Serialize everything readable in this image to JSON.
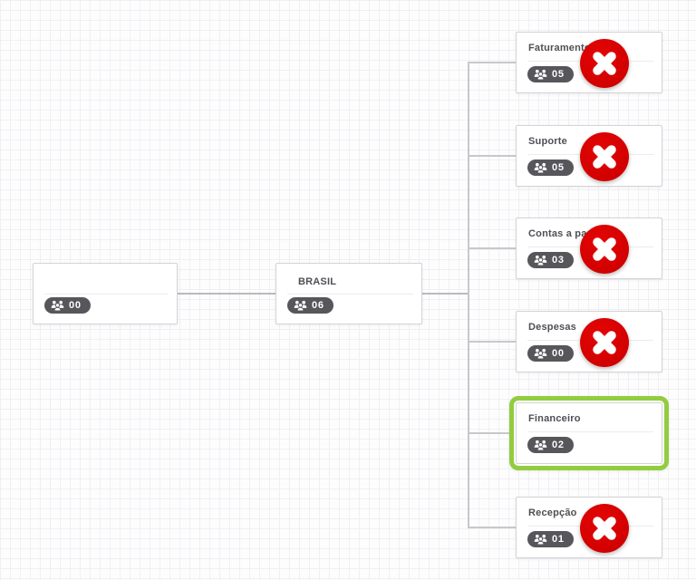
{
  "colors": {
    "delete_red": "#d60000",
    "selection_green": "#92cc3f",
    "badge_background": "#56565b",
    "node_border": "#d5d3d6",
    "connector": "#c9c7ca"
  },
  "icons": {
    "members": "users-group-icon",
    "delete": "close-x-icon"
  },
  "nodes": {
    "root": {
      "title": "",
      "count": "00"
    },
    "parent": {
      "title": "BRASIL",
      "count": "06"
    },
    "children": [
      {
        "title": "Faturamento",
        "count": "05",
        "selected": false
      },
      {
        "title": "Suporte",
        "count": "05",
        "selected": false
      },
      {
        "title": "Contas a pagar",
        "count": "03",
        "selected": false
      },
      {
        "title": "Despesas",
        "count": "00",
        "selected": false
      },
      {
        "title": "Financeiro",
        "count": "02",
        "selected": true
      },
      {
        "title": "Recepção",
        "count": "01",
        "selected": false
      }
    ]
  }
}
